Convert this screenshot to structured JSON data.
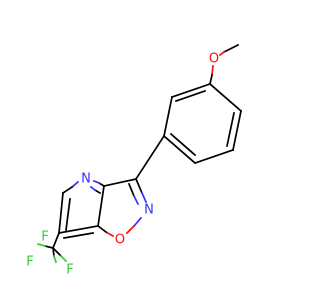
{
  "colors": {
    "carbon_bond": "#000000",
    "nitrogen": "#3333ff",
    "oxygen": "#ff0d0d",
    "fluorine": "#33cc33",
    "background": "#ffffff"
  },
  "atoms": {
    "methoxy_oxygen": {
      "label": "O",
      "color": "#ff0d0d"
    },
    "pyridine_nitrogen": {
      "label": "N",
      "color": "#3333ff"
    },
    "isoxazole_nitrogen": {
      "label": "N",
      "color": "#3333ff"
    },
    "isoxazole_oxygen": {
      "label": "O",
      "color": "#ff0d0d"
    },
    "fluorine_top": {
      "label": "F",
      "color": "#33cc33"
    },
    "fluorine_left": {
      "label": "F",
      "color": "#33cc33"
    },
    "fluorine_bottom": {
      "label": "F",
      "color": "#33cc33"
    }
  }
}
